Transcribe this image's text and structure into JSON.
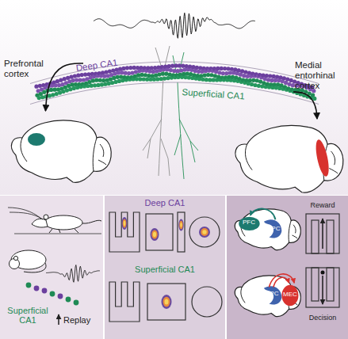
{
  "diagram": {
    "nodes": [
      {
        "text": [
          "Prefrontal cortex"
        ]
      },
      {
        "text": [
          "Deep CA1",
          "Superficial CA1"
        ]
      },
      {
        "text": [
          "Medial entorhinal cortex"
        ]
      },
      {
        "text": [
          "Superficial CA1",
          "Replay"
        ]
      },
      {
        "text": [
          "Deep CA1",
          "Superficial CA1"
        ]
      },
      {
        "text": [
          "PFC",
          "HPC"
        ]
      },
      {
        "text": [
          "Reward"
        ]
      },
      {
        "text": [
          "HPC",
          "MEC"
        ]
      },
      {
        "text": [
          "Decision"
        ]
      }
    ],
    "edges": [
      {
        "from": 1,
        "to": 0,
        "arrow": "to"
      },
      {
        "from": 1,
        "to": 2,
        "arrow": "to"
      }
    ]
  }
}
